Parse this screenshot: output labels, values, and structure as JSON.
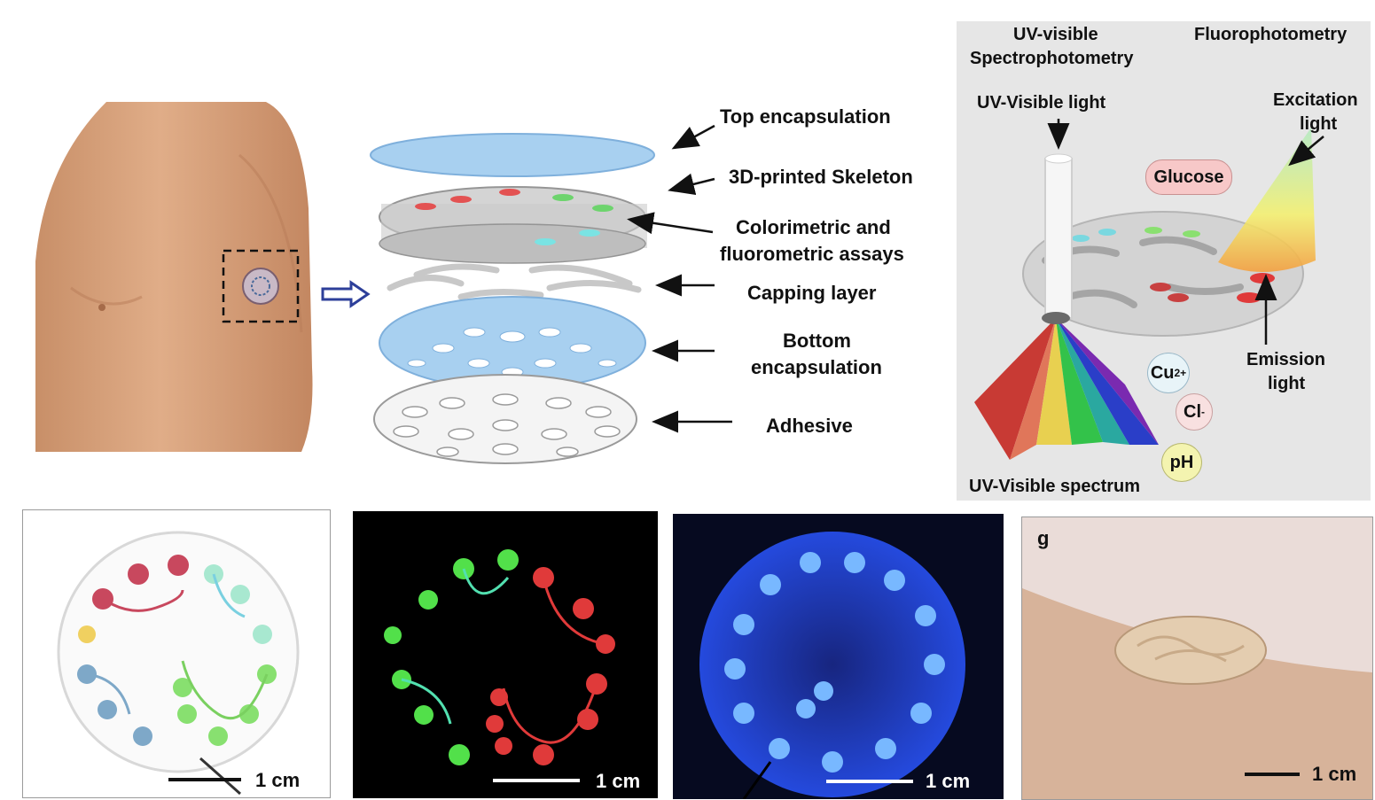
{
  "layers": {
    "top": "Top encapsulation",
    "skeleton": "3D-printed Skeleton",
    "assays_1": "Colorimetric and",
    "assays_2": "fluorometric assays",
    "capping": "Capping layer",
    "bottom_1": "Bottom",
    "bottom_2": "encapsulation",
    "adhesive": "Adhesive"
  },
  "optics": {
    "uvvis_title_1": "UV-visible",
    "uvvis_title_2": "Spectrophotometry",
    "fluoro_title": "Fluorophotometry",
    "uv_light": "UV-Visible light",
    "excitation_1": "Excitation",
    "excitation_2": "light",
    "glucose": "Glucose",
    "cu": "Cu",
    "cu_sup": "2+",
    "cl": "Cl",
    "cl_sup": "-",
    "ph": "pH",
    "emission_1": "Emission",
    "emission_2": "light",
    "spectrum": "UV-Visible spectrum"
  },
  "panels": {
    "scale": "1 cm",
    "g_label": "g"
  },
  "colors": {
    "skin": "#d9a27a",
    "encapsulation_blue": "#9ec8ec",
    "spectrum_red": "#d4403a",
    "spectrum_green": "#33c24a",
    "spectrum_blue": "#2a3ec8",
    "assay_red": "#e03a3a",
    "assay_green": "#52e04a",
    "uv_blue": "#2a55ff"
  }
}
